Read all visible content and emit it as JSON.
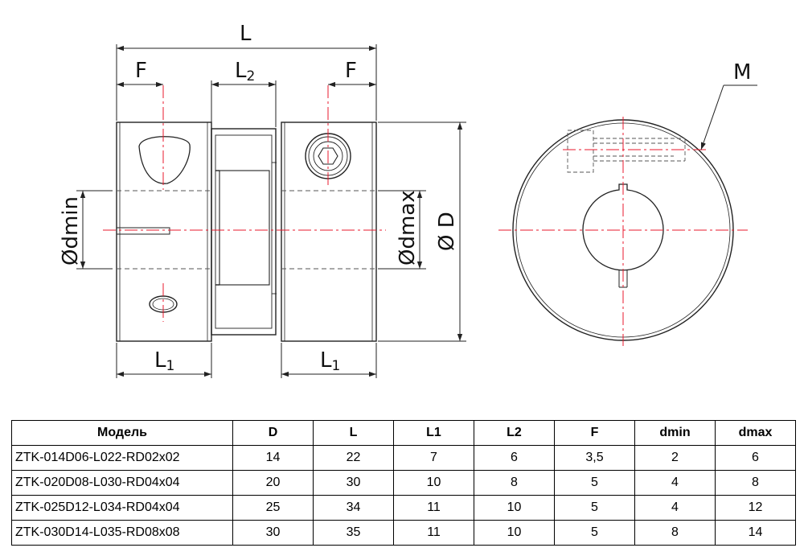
{
  "drawing": {
    "labels": {
      "L": "L",
      "F": "F",
      "L2": "L",
      "L2_sub": "2",
      "L1": "L",
      "L1_sub": "1",
      "dmin": "Ødmin",
      "dmax": "Ødmax",
      "D": "Ø D",
      "M": "M"
    },
    "colors": {
      "line": "#222222",
      "center": "#e8192c",
      "hidden": "#555555"
    }
  },
  "table": {
    "columns": [
      "Модель",
      "D",
      "L",
      "L1",
      "L2",
      "F",
      "dmin",
      "dmax"
    ],
    "rows": [
      [
        "ZTK-014D06-L022-RD02x02",
        "14",
        "22",
        "7",
        "6",
        "3,5",
        "2",
        "6"
      ],
      [
        "ZTK-020D08-L030-RD04x04",
        "20",
        "30",
        "10",
        "8",
        "5",
        "4",
        "8"
      ],
      [
        "ZTK-025D12-L034-RD04x04",
        "25",
        "34",
        "11",
        "10",
        "5",
        "4",
        "12"
      ],
      [
        "ZTK-030D14-L035-RD08x08",
        "30",
        "35",
        "11",
        "10",
        "5",
        "8",
        "14"
      ]
    ]
  }
}
